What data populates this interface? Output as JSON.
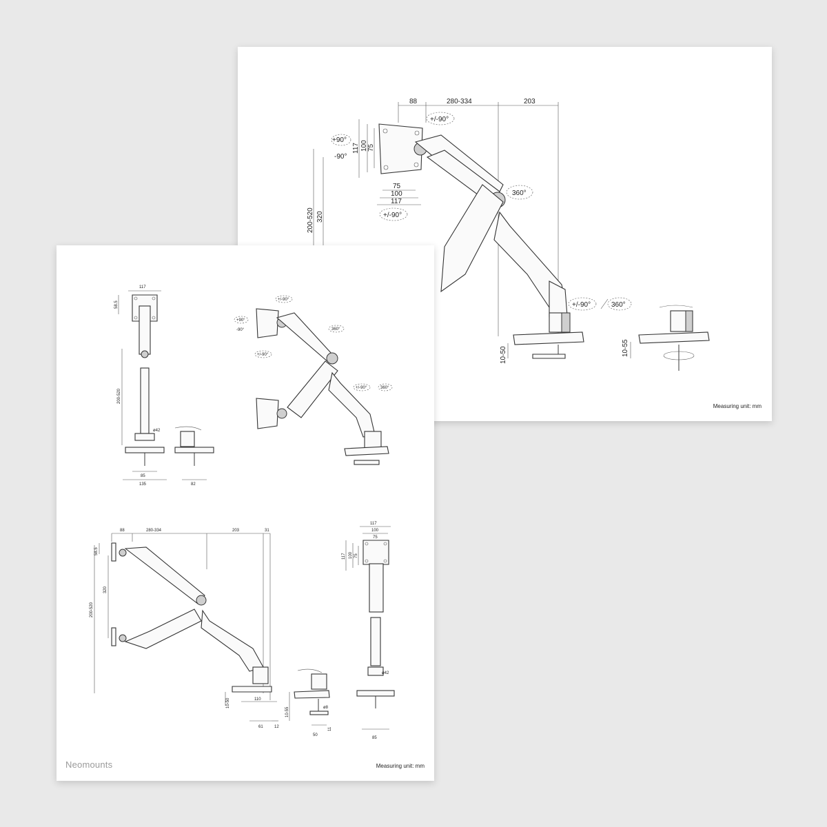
{
  "back_sheet": {
    "unit_label": "Measuring unit: mm",
    "dims": {
      "d88": "88",
      "d280_334": "280-334",
      "d203": "203",
      "d117": "117",
      "d100": "100",
      "d75": "75",
      "h75": "75",
      "h100": "100",
      "h117": "117",
      "d200_520": "200-520",
      "d320": "320",
      "d10_50": "10-50",
      "d10_55": "10-55"
    },
    "rotations": {
      "top": "+/-90°",
      "plus90": "+90°",
      "minus90": "-90°",
      "bottom": "+/-90°",
      "joint": "360°",
      "base_pm90": "+/-90°",
      "base_360": "360°"
    }
  },
  "front_sheet": {
    "brand": "Neomounts",
    "unit_label": "Measuring unit: mm",
    "front_view": {
      "d117": "117",
      "d58_5": "58.5",
      "d200_520": "200-520",
      "dia42": "ø42",
      "d85": "85",
      "d135": "135",
      "d82": "82"
    },
    "iso_view": {
      "top": "+/-90°",
      "plus90": "+90°",
      "minus90": "-90°",
      "bottom": "+/-90°",
      "joint": "360°",
      "base_pm90": "+/-90°",
      "base_360": "360°"
    },
    "side_view": {
      "d88": "88",
      "d280_334": "280-334",
      "d203": "203",
      "d31": "31",
      "d58_5": "58.5",
      "d320": "320",
      "d200_520": "200-520",
      "d10_50": "10-50",
      "d110": "110",
      "d61": "61",
      "d12": "12"
    },
    "clamp_view": {
      "d10_55": "10-55",
      "dia8": "ø8",
      "d50": "50",
      "d11": "11"
    },
    "rear_view": {
      "d117": "117",
      "d100": "100",
      "d75": "75",
      "v117": "117",
      "v100": "100",
      "v75": "75",
      "dia42": "ø42",
      "d85": "85"
    }
  }
}
